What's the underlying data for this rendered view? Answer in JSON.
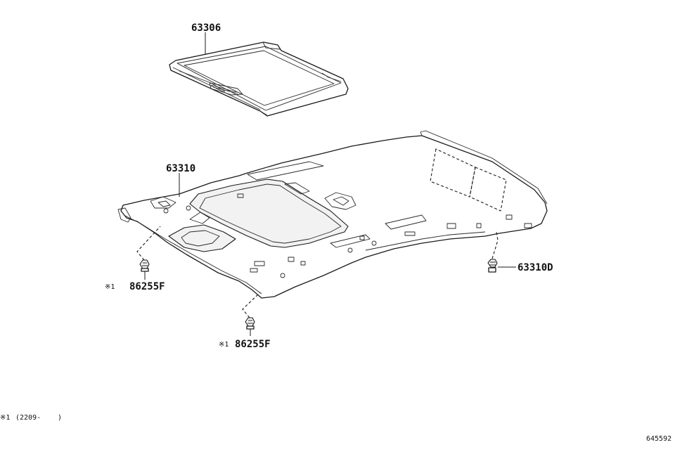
{
  "callouts": {
    "sunshade": "63306",
    "headliner": "63310",
    "clip_right": "63310D",
    "clip_left_marker": "※1",
    "clip_left": "86255F",
    "clip_center_marker": "※1",
    "clip_center": "86255F"
  },
  "footnote": {
    "marker": "※1",
    "text": "(2209-",
    "close": ")"
  },
  "diagram_number": "645592"
}
